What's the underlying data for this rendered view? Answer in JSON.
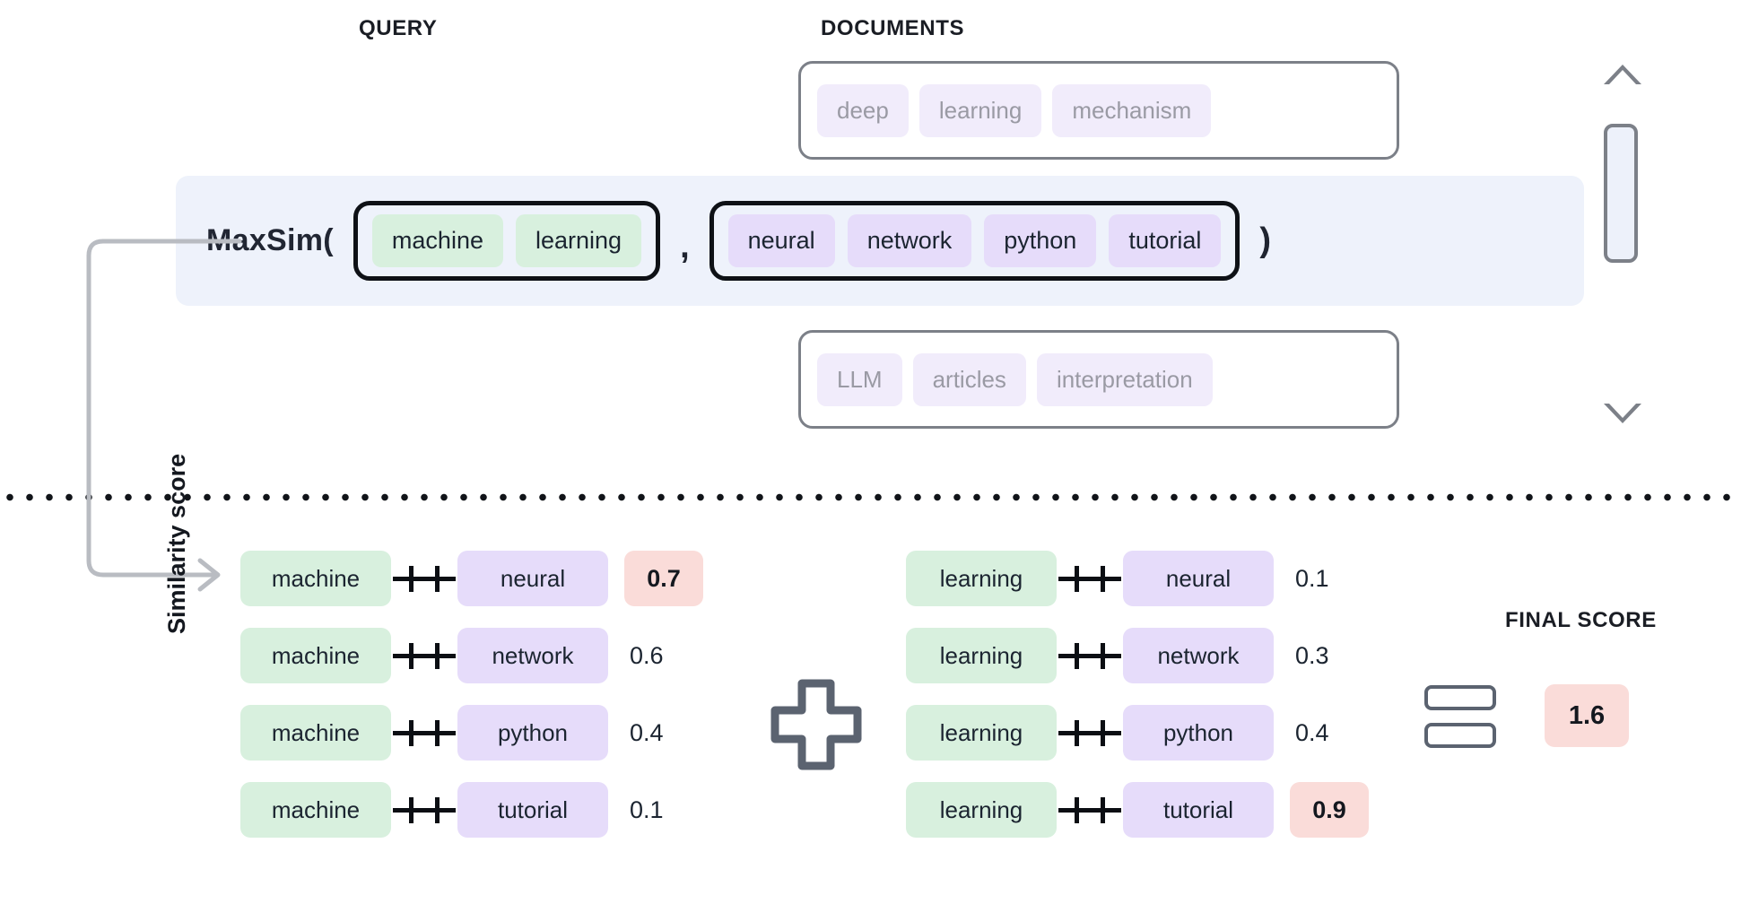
{
  "headings": {
    "query": "QUERY",
    "documents": "DOCUMENTS",
    "final_score": "FINAL SCORE"
  },
  "axis": {
    "label": "Similarity score"
  },
  "documents": {
    "top_row": [
      "deep",
      "learning",
      "mechanism"
    ],
    "bottom_row": [
      "LLM",
      "articles",
      "interpretation"
    ]
  },
  "maxsim": {
    "function_label": "MaxSim(",
    "comma": ",",
    "close_paren": ")",
    "query_tokens": [
      "machine",
      "learning"
    ],
    "document_tokens": [
      "neural",
      "network",
      "python",
      "tutorial"
    ]
  },
  "scrollbar": {
    "up_icon": "triangle-up-icon",
    "down_icon": "triangle-down-icon",
    "thumb": "scrollbar-thumb"
  },
  "operators": {
    "plus_icon": "plus-icon",
    "equals_icon": "equals-icon",
    "link_icon": "link-icon"
  },
  "final_score": {
    "value": "1.6"
  },
  "chart_data": {
    "type": "table",
    "title": "MaxSim late-interaction similarity scores",
    "ylabel": "Similarity score",
    "columns": [
      "query_token",
      "document_token",
      "score",
      "is_max"
    ],
    "groups": [
      {
        "query_token": "machine",
        "max_score": 0.7,
        "rows": [
          {
            "query_token": "machine",
            "document_token": "neural",
            "score": "0.7",
            "is_max": true
          },
          {
            "query_token": "machine",
            "document_token": "network",
            "score": "0.6",
            "is_max": false
          },
          {
            "query_token": "machine",
            "document_token": "python",
            "score": "0.4",
            "is_max": false
          },
          {
            "query_token": "machine",
            "document_token": "tutorial",
            "score": "0.1",
            "is_max": false
          }
        ]
      },
      {
        "query_token": "learning",
        "max_score": 0.9,
        "rows": [
          {
            "query_token": "learning",
            "document_token": "neural",
            "score": "0.1",
            "is_max": false
          },
          {
            "query_token": "learning",
            "document_token": "network",
            "score": "0.3",
            "is_max": false
          },
          {
            "query_token": "learning",
            "document_token": "python",
            "score": "0.4",
            "is_max": false
          },
          {
            "query_token": "learning",
            "document_token": "tutorial",
            "score": "0.9",
            "is_max": true
          }
        ]
      }
    ],
    "final_score": 1.6,
    "legend": []
  },
  "colors": {
    "query_token_bg": "#d8f0de",
    "document_token_bg": "#e6dcfa",
    "inactive_token_bg": "#f1ecfb",
    "highlight_score_bg": "#fadcd9",
    "maxsim_band_bg": "#eef2fb",
    "outline": "#7c8088",
    "bracket": "#0e1116"
  }
}
